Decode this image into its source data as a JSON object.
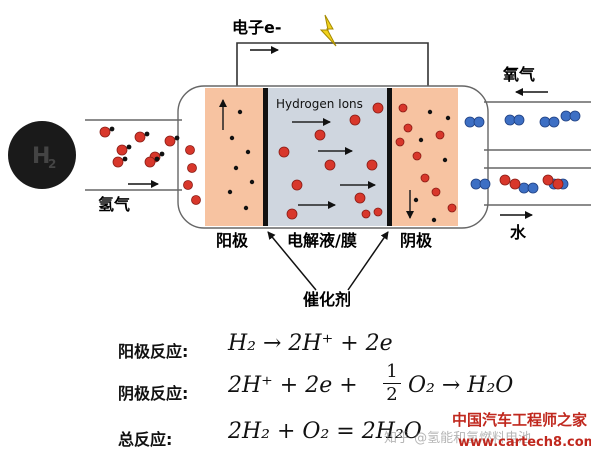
{
  "diagram": {
    "electron_label": "电子e-",
    "h2_ball": "H",
    "h2_sub": "2",
    "hydrogen_in_label": "氢气",
    "oxygen_in_label": "氧气",
    "water_out_label": "水",
    "hydrogen_ions_label": "Hydrogen Ions",
    "anode_label": "阳极",
    "electrolyte_label": "电解液/膜",
    "cathode_label": "阴极",
    "catalyst_label": "催化剂"
  },
  "equations": {
    "anode_label": "阳极反应:",
    "anode_eq": "H₂ → 2H⁺ + 2e",
    "cathode_label": "阴极反应:",
    "cathode_eq_lhs": "2H⁺ + 2e +",
    "frac_num": "1",
    "frac_den": "2",
    "cathode_eq_rhs": "O₂ → H₂O",
    "total_label": "总反应:",
    "total_eq": "2H₂ + O₂ = 2H₂O"
  },
  "watermark": {
    "zhihu": "知乎 @氢能和氢燃料电池",
    "brand": "中国汽车工程师之家",
    "url": "www.cartech8.com"
  },
  "colors": {
    "electrode": "#f7c3a1",
    "electrolyte": "#cfd6df",
    "proton": "#d8372b",
    "oxygen_atom": "#3d6fc4",
    "h2_ball": "#1a1a1a",
    "brand_red": "#c0281e"
  }
}
